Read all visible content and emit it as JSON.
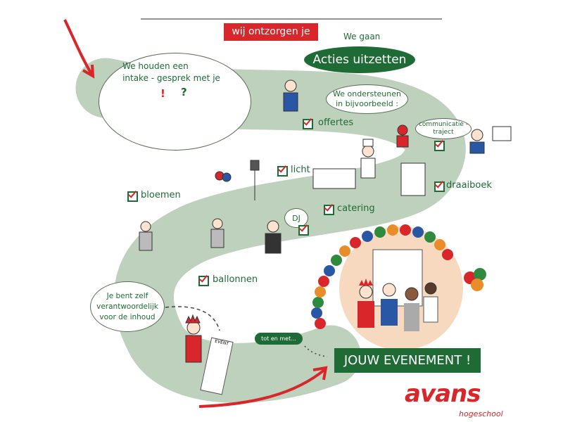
{
  "banner": {
    "title": "wij ontzorgen je"
  },
  "actions": {
    "intro": "We gaan",
    "title": "Acties uitzetten"
  },
  "intake": {
    "line1": "We houden een",
    "line2": "intake - gesprek met je"
  },
  "support": {
    "line1": "We ondersteunen",
    "line2": "in bijvoorbeeld :"
  },
  "items": {
    "offertes": "offertes",
    "communicatie1": "communicatie -",
    "communicatie2": "traject",
    "licht": "licht",
    "draaiboek": "draaiboek",
    "bloemen": "bloemen",
    "catering": "catering",
    "dj": "DJ",
    "ballonnen": "ballonnen"
  },
  "responsibility": {
    "line1": "Je bent zelf",
    "line2": "verantwoordelijk",
    "line3": "voor de inhoud"
  },
  "scroll": {
    "title": "EVENT"
  },
  "until": "tot en met...",
  "event": {
    "title": "JOUW EVENEMENT !"
  },
  "logo": {
    "name": "avans",
    "sub": "hogeschool"
  },
  "colors": {
    "green": "#1f6b36",
    "red": "#d8262b",
    "path": "#b3c9b0",
    "peach": "#f6d9bf"
  }
}
